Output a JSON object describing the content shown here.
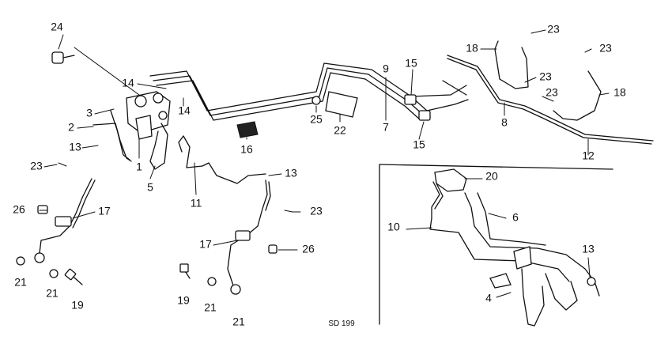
{
  "diagram": {
    "callouts": {
      "c1": "1",
      "c2": "2",
      "c3": "3",
      "c4": "4",
      "c5": "5",
      "c6": "6",
      "c7": "7",
      "c8": "8",
      "c9": "9",
      "c10": "10",
      "c11": "11",
      "c12": "12",
      "c13a": "13",
      "c13b": "13",
      "c13c": "13",
      "c14a": "14",
      "c14b": "14",
      "c15a": "15",
      "c15b": "15",
      "c16": "16",
      "c17a": "17",
      "c17b": "17",
      "c18a": "18",
      "c18b": "18",
      "c19a": "19",
      "c19b": "19",
      "c20": "20",
      "c21a": "21",
      "c21b": "21",
      "c21c": "21",
      "c21d": "21",
      "c22": "22",
      "c23a": "23",
      "c23b": "23",
      "c23c": "23",
      "c23d": "23",
      "c23e": "23",
      "c23f": "23",
      "c24": "24",
      "c25": "25",
      "c26a": "26",
      "c26b": "26"
    },
    "figure_code": "SD 199"
  }
}
